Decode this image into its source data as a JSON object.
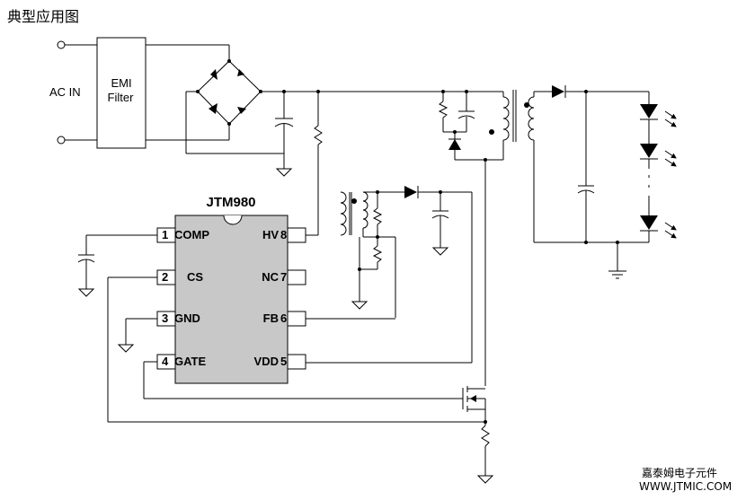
{
  "heading": "典型应用图",
  "ac_in_label": "AC IN",
  "emi_filter": {
    "line1": "EMI",
    "line2": "Filter"
  },
  "chip": {
    "name": "JTM980",
    "left_pins": [
      {
        "num": "1",
        "label": "COMP"
      },
      {
        "num": "2",
        "label": "CS"
      },
      {
        "num": "3",
        "label": "GND"
      },
      {
        "num": "4",
        "label": "GATE"
      }
    ],
    "right_pins": [
      {
        "num": "8",
        "label": "HV"
      },
      {
        "num": "7",
        "label": "NC"
      },
      {
        "num": "6",
        "label": "FB"
      },
      {
        "num": "5",
        "label": "VDD"
      }
    ]
  },
  "watermark": {
    "company": "嘉泰姆电子元件",
    "url": "WWW.JTMIC.COM"
  },
  "colors": {
    "line": "#000000",
    "chip_fill": "#c8c8c8",
    "watermark_company": "#2e7d32"
  }
}
